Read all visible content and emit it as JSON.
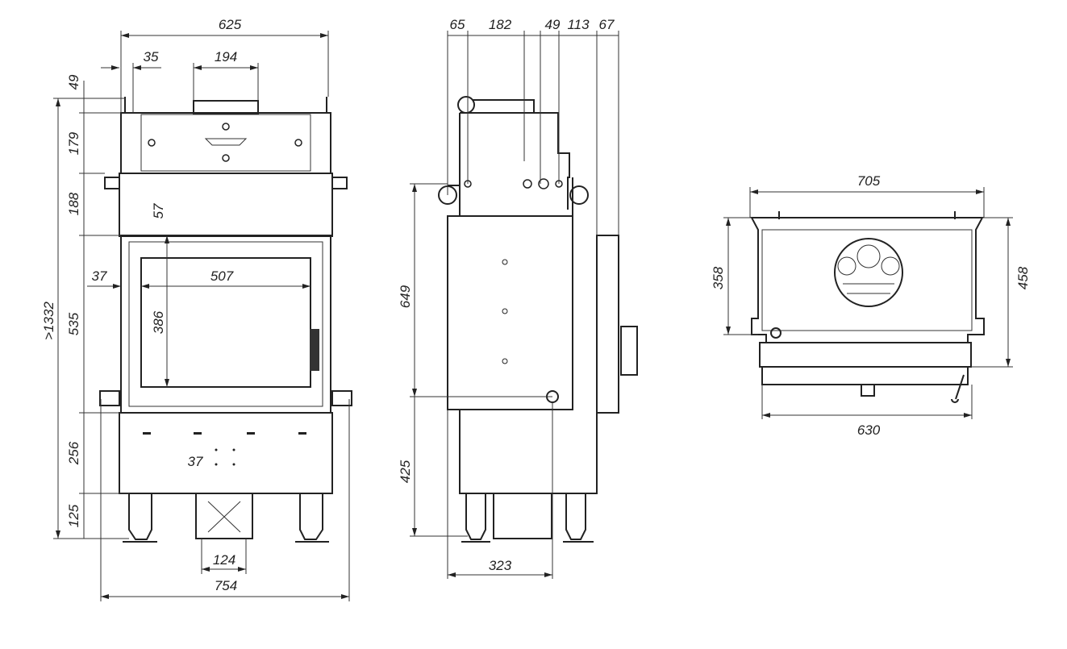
{
  "front_view": {
    "dims": {
      "overall_top_width": "625",
      "offset_35": "35",
      "collar_width": "194",
      "top_49": "49",
      "height_179": "179",
      "height_188": "188",
      "door_gap_57": "57",
      "side_37": "37",
      "glass_width": "507",
      "glass_height": "386",
      "total_height": ">1332",
      "door_height": "535",
      "lower_256": "256",
      "bottom_37": "37",
      "legs_125": "125",
      "duct_124": "124",
      "overall_width": "754"
    }
  },
  "side_view": {
    "dims": {
      "d65": "65",
      "d182": "182",
      "d49": "49",
      "d113": "113",
      "d67": "67",
      "h649": "649",
      "h425": "425",
      "w323": "323"
    }
  },
  "top_view": {
    "dims": {
      "w705": "705",
      "h358": "358",
      "h458": "458",
      "w630": "630"
    }
  }
}
